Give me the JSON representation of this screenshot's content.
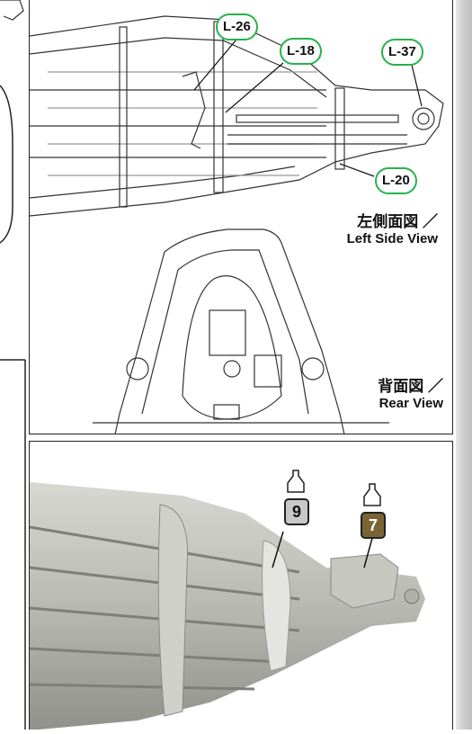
{
  "callouts": [
    {
      "label": "L-26"
    },
    {
      "label": "L-18"
    },
    {
      "label": "L-37"
    },
    {
      "label": "L-20"
    }
  ],
  "side_view": {
    "ja": "左側面図 ／",
    "en": "Left Side View"
  },
  "rear_view": {
    "ja": "背面図 ／",
    "en": "Rear View"
  },
  "paints": [
    {
      "number": "9",
      "color": "#c8c8c8"
    },
    {
      "number": "7",
      "color": "#7a6436"
    }
  ]
}
